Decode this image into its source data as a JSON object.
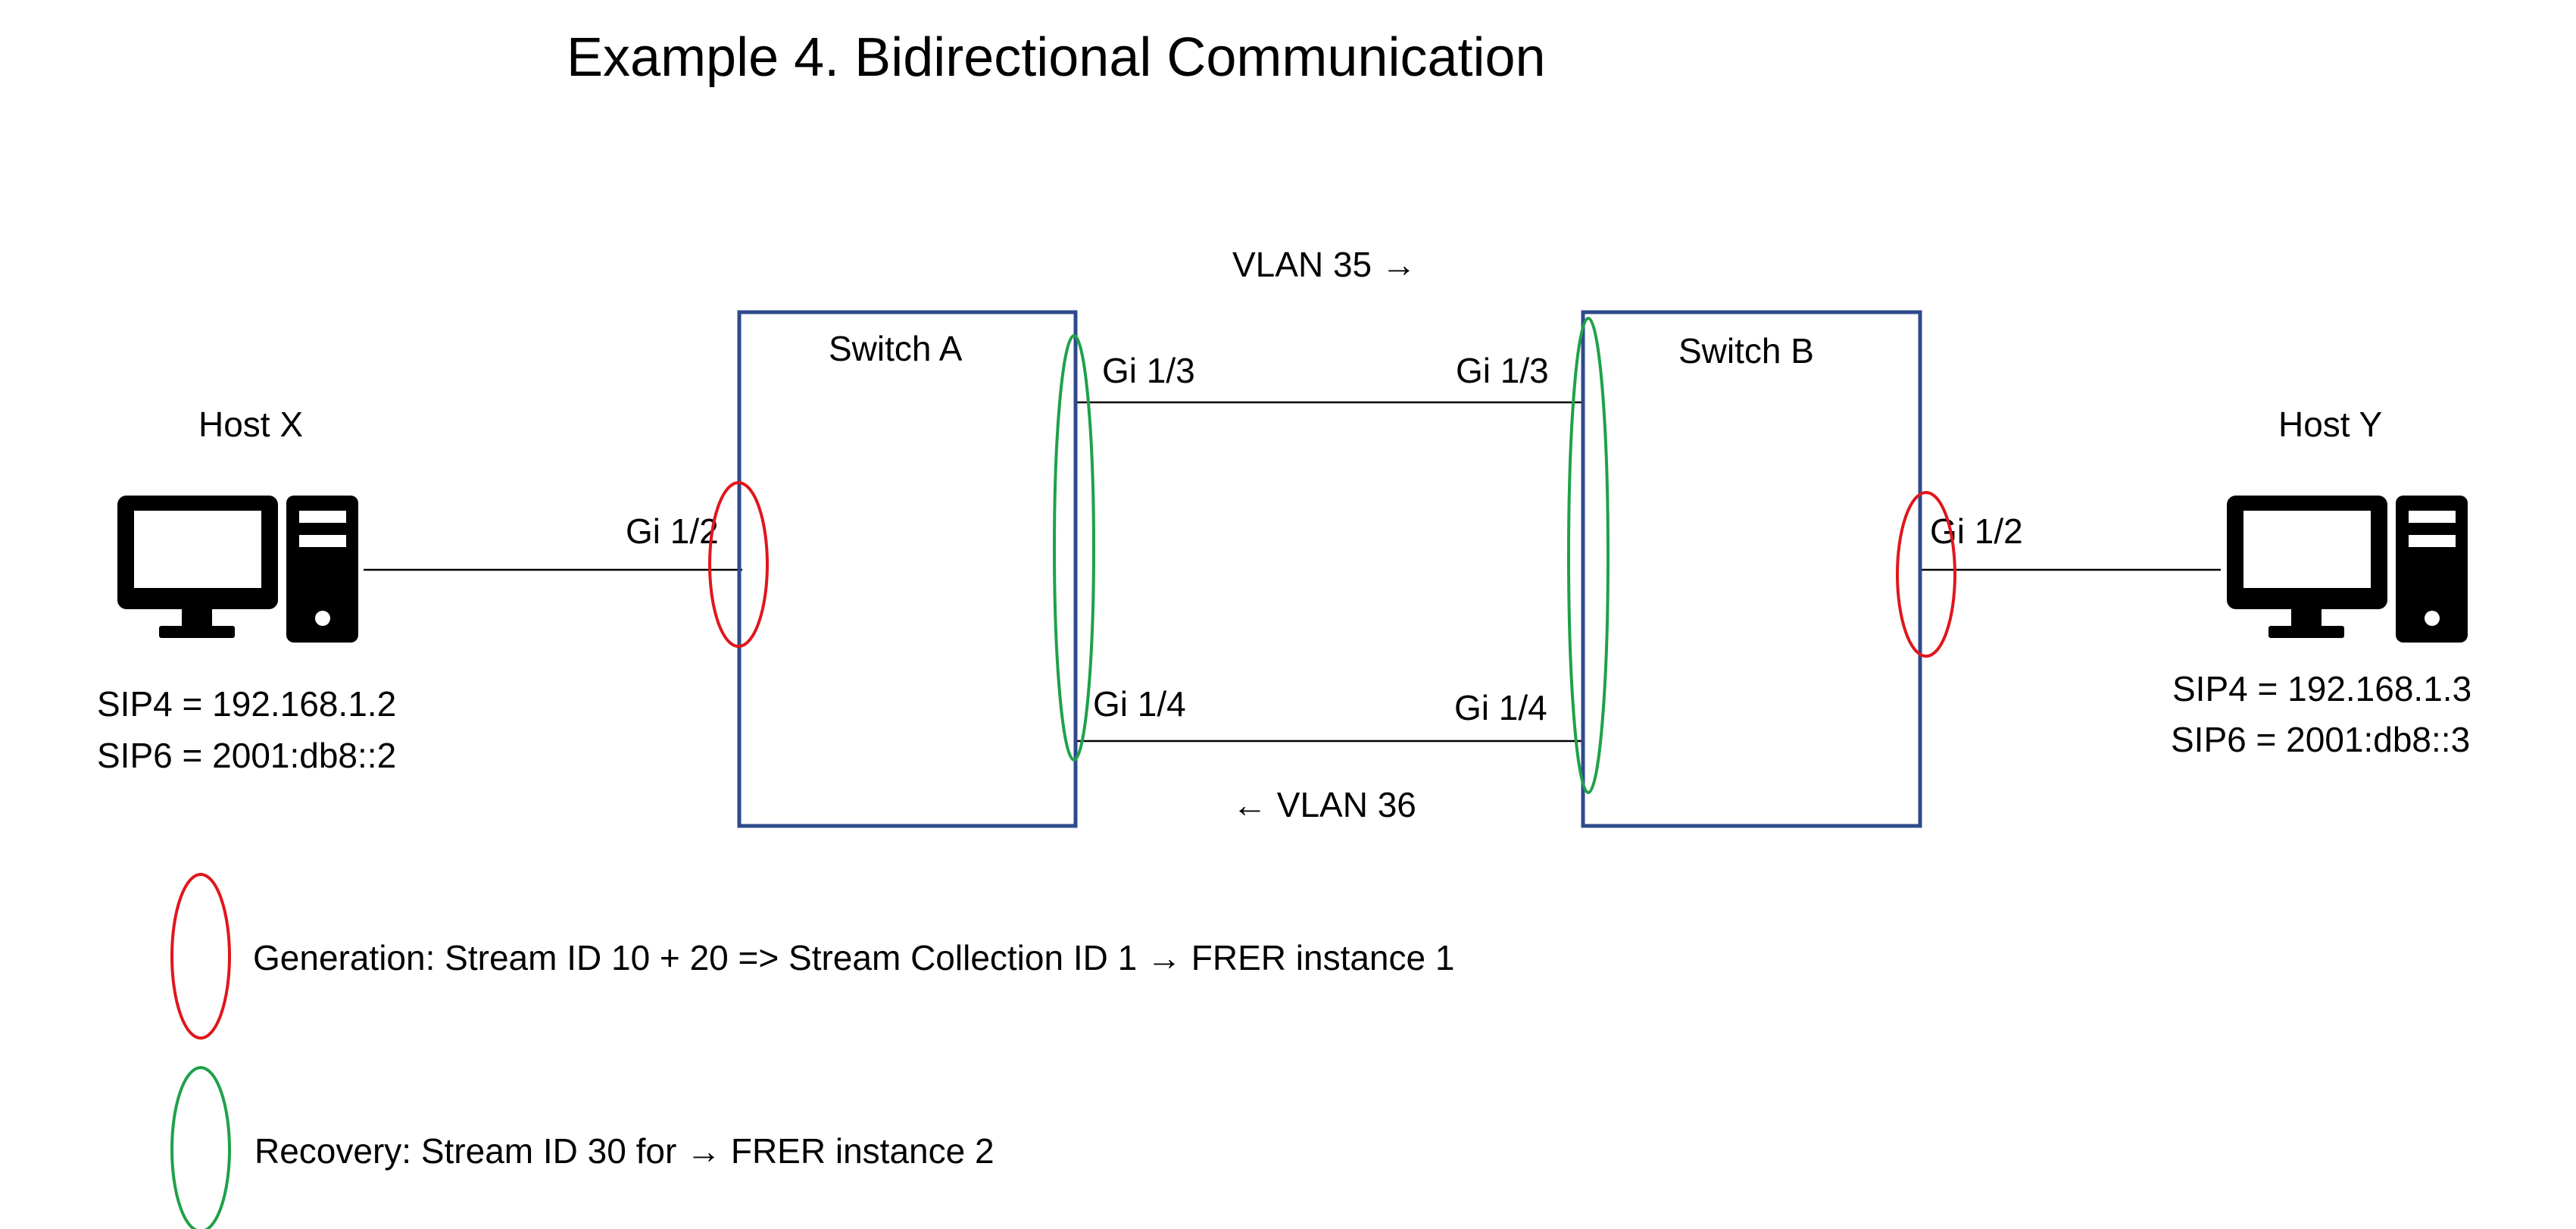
{
  "title": "Example 4. Bidirectional Communication",
  "colors": {
    "switch_border": "#2E4A8C",
    "generation": "#E0161C",
    "recovery": "#1FA14A",
    "link": "#000000",
    "icon": "#000000"
  },
  "vlans": {
    "top": "VLAN 35 →",
    "bottom": "← VLAN 36"
  },
  "switches": {
    "a": {
      "name": "Switch A",
      "port_top": "Gi 1/3",
      "port_bottom": "Gi 1/4",
      "port_host": "Gi 1/2"
    },
    "b": {
      "name": "Switch B",
      "port_top": "Gi 1/3",
      "port_bottom": "Gi 1/4",
      "port_host": "Gi 1/2"
    }
  },
  "hosts": {
    "x": {
      "name": "Host X",
      "sip4": "SIP4 = 192.168.1.2",
      "sip6": "SIP6 = 2001:db8::2",
      "icon": "computer-icon"
    },
    "y": {
      "name": "Host Y",
      "sip4": "SIP4 = 192.168.1.3",
      "sip6": "SIP6 = 2001:db8::3",
      "icon": "computer-icon"
    }
  },
  "legend": {
    "generation": "Generation: Stream ID 10 + 20 => Stream Collection ID 1 → FRER instance 1",
    "recovery": "Recovery: Stream ID 30 for → FRER instance 2"
  }
}
